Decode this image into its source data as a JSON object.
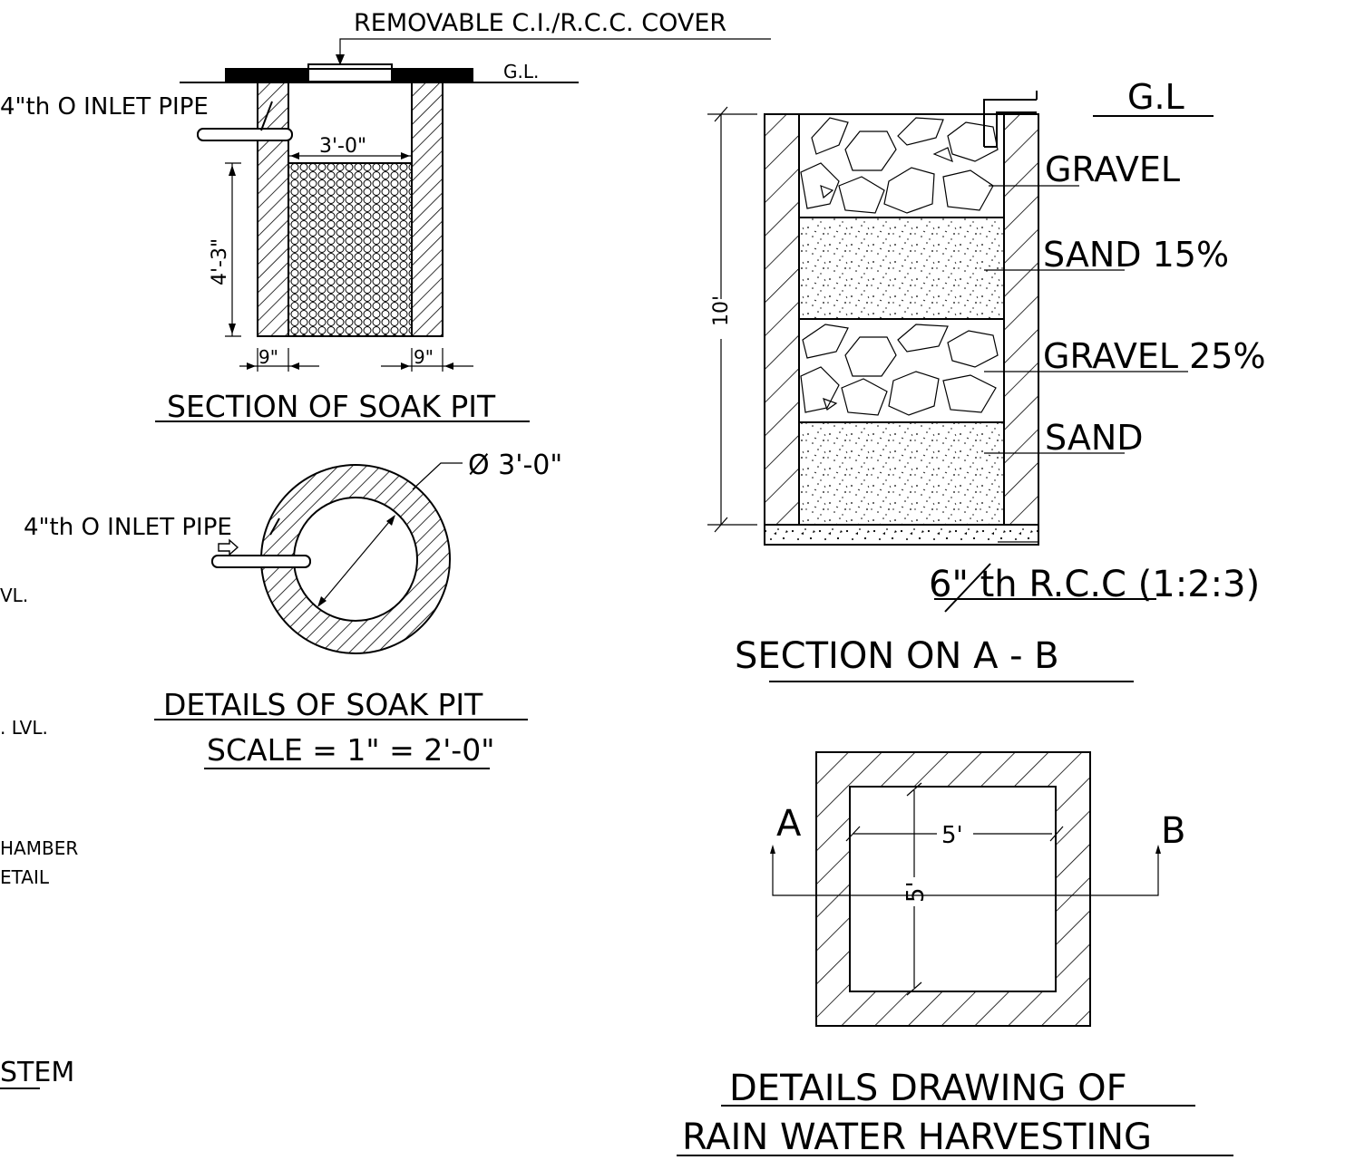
{
  "soak_pit_section": {
    "cover_label": "REMOVABLE C.I./R.C.C. COVER",
    "gl_label": "G.L.",
    "inlet_label": "4\"th O INLET PIPE",
    "width_dim": "3'-0\"",
    "depth_dim": "4'-3\"",
    "wall_left_dim": "9\"",
    "wall_right_dim": "9\"",
    "title": "SECTION OF SOAK PIT"
  },
  "soak_pit_plan": {
    "diameter_label": "Ø 3'-0\"",
    "inlet_label": "4\"th O INLET PIPE",
    "title": "DETAILS OF SOAK PIT",
    "scale": "SCALE = 1\" = 2'-0\""
  },
  "left_cut_text": {
    "lvl1": "VL.",
    "lvl2": ". LVL.",
    "chamber1": "HAMBER",
    "chamber2": "ETAIL",
    "stem": "STEM"
  },
  "section_ab": {
    "gl_label": "G.L",
    "depth_dim": "10'",
    "layers": [
      "GRAVEL",
      "SAND 15%",
      "GRAVEL 25%",
      "SAND"
    ],
    "base_label": "6\" th R.C.C (1:2:3)",
    "title": "SECTION ON A - B"
  },
  "plan_ab": {
    "label_a": "A",
    "label_b": "B",
    "width_dim": "5'",
    "height_dim": "5'",
    "title_line1": "DETAILS DRAWING OF",
    "title_line2": "RAIN WATER HARVESTING"
  }
}
